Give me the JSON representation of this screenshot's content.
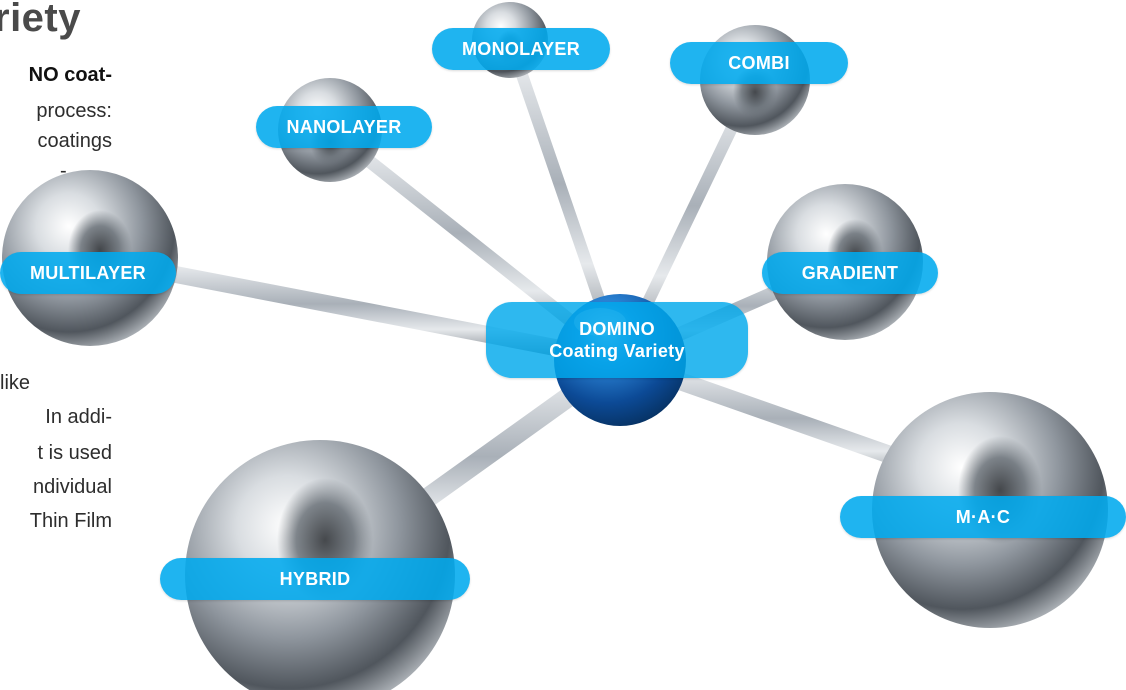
{
  "article": {
    "heading": "riety",
    "lines": [
      "NO coat-",
      "process:",
      "coatings",
      "-",
      "like",
      "In addi-",
      "t is used",
      "ndividual",
      "Thin Film"
    ]
  },
  "diagram": {
    "hub": {
      "title": "DOMINO",
      "subtitle": "Coating Variety"
    },
    "nodes": [
      {
        "id": "monolayer",
        "label": "MONOLAYER"
      },
      {
        "id": "combi",
        "label": "COMBI"
      },
      {
        "id": "nanolayer",
        "label": "NANOLAYER"
      },
      {
        "id": "multilayer",
        "label": "MULTILAYER"
      },
      {
        "id": "gradient",
        "label": "GRADIENT"
      },
      {
        "id": "mac",
        "label": "M·A·C"
      },
      {
        "id": "hybrid",
        "label": "HYBRID"
      }
    ]
  },
  "colors": {
    "pill": "#00aaee",
    "hub": "#1a5fb0",
    "chrome": "#c8cdd3"
  }
}
